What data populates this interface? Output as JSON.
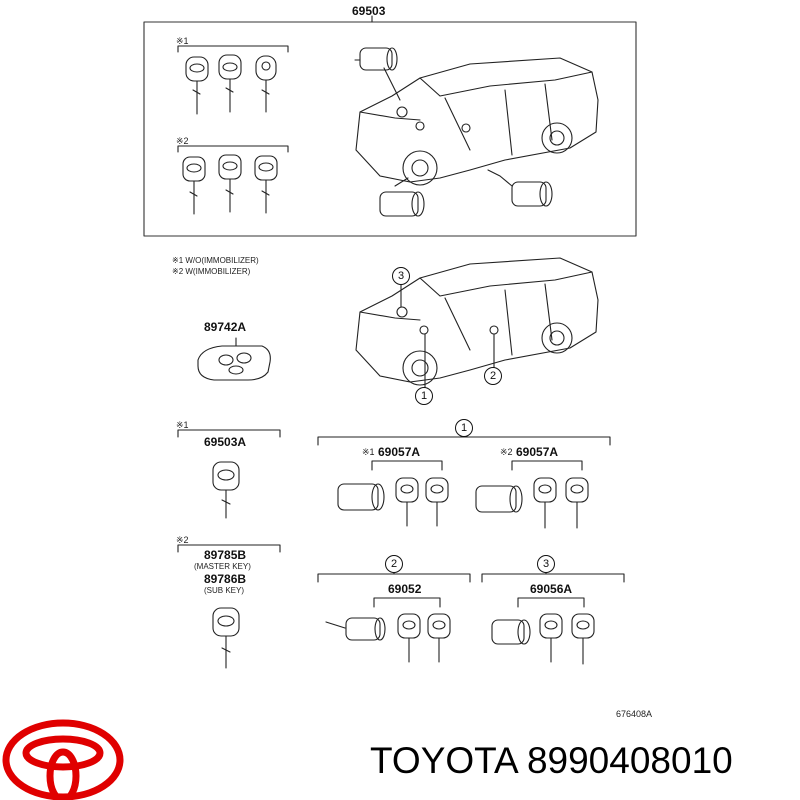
{
  "diagram": {
    "top_part": "69503",
    "note_mark_1": "※1",
    "note_mark_2": "※2",
    "legend": [
      "※1 W/O(IMMOBILIZER)",
      "※2 W(IMMOBILIZER)"
    ],
    "transmitter": "89742A",
    "key_69503A": "69503A",
    "master_key": "89785B",
    "master_key_note": "(MASTER KEY)",
    "sub_key": "89786B",
    "sub_key_note": "(SUB KEY)",
    "group_1_marker": "1",
    "group_1_left": "69057A",
    "group_1_right": "69057A",
    "group_2_marker": "2",
    "group_2_part": "69052",
    "group_3_marker": "3",
    "group_3_part": "69056A",
    "car_callouts": [
      "3",
      "2",
      "1"
    ],
    "figure_code": "676408A"
  },
  "brand": {
    "name": "TOYOTA",
    "part_number": "8990408010",
    "logo_color": "#e00000"
  }
}
